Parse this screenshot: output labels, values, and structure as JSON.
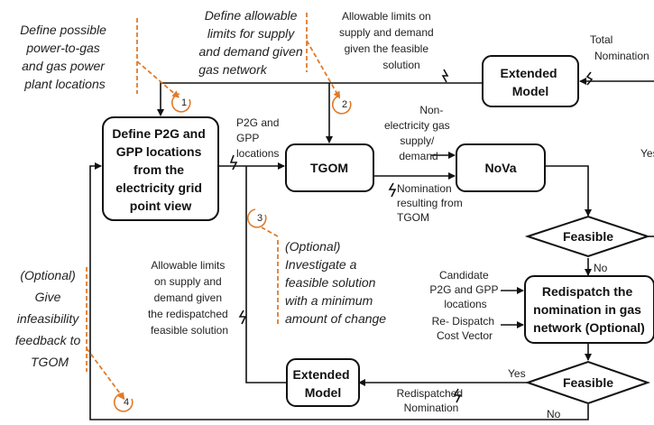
{
  "boxes": {
    "define": [
      "Define P2G and",
      "GPP locations",
      "from the",
      "electricity grid",
      "point view"
    ],
    "tgom": [
      "TGOM"
    ],
    "nova": [
      "NoVa"
    ],
    "extended_top": [
      "Extended",
      "Model"
    ],
    "extended_bottom": [
      "Extended",
      "Model"
    ],
    "redispatch": [
      "Redispatch the",
      "nomination in gas",
      "network (Optional)"
    ],
    "feasible_top": [
      "Feasible"
    ],
    "feasible_bottom": [
      "Feasible"
    ]
  },
  "labels": {
    "allowable_top": [
      "Allowable limits on",
      "supply and demand",
      "given the feasible",
      "solution"
    ],
    "total_nomination": [
      "Total",
      "Nomination"
    ],
    "p2g_gpp": [
      "P2G and",
      "GPP",
      "locations"
    ],
    "non_electricity": [
      "Non-",
      "electricity gas",
      "supply/",
      "demand"
    ],
    "nomination_tgom": [
      "Nomination",
      "resulting from",
      "TGOM"
    ],
    "yes_right": [
      "Yes"
    ],
    "no_mid": [
      "No"
    ],
    "candidate": [
      "Candidate",
      "P2G and GPP",
      "locations"
    ],
    "redispatch_cost": [
      "Re- Dispatch",
      "Cost Vector"
    ],
    "allowable_left": [
      "Allowable limits",
      "on supply and",
      "demand given",
      "the redispatched",
      "feasible solution"
    ],
    "yes_bottom": [
      "Yes"
    ],
    "redispatched_nom": [
      "Redispatched",
      "Nomination"
    ],
    "no_bottom": [
      "No"
    ]
  },
  "annotations": {
    "a1": [
      "Define possible",
      "power-to-gas",
      "and gas power",
      "plant locations"
    ],
    "a2": [
      "Define allowable",
      "limits for supply",
      "and demand given",
      "gas network"
    ],
    "a3": [
      "(Optional)",
      "Investigate a",
      "feasible solution",
      "with a minimum",
      "amount of change"
    ],
    "a4": [
      "(Optional)",
      "Give",
      "infeasibility",
      "feedback to",
      "TGOM"
    ]
  },
  "steps": {
    "s1": "1",
    "s2": "2",
    "s3": "3",
    "s4": "4"
  },
  "colors": {
    "accent": "#e07b2a",
    "line": "#111111"
  }
}
